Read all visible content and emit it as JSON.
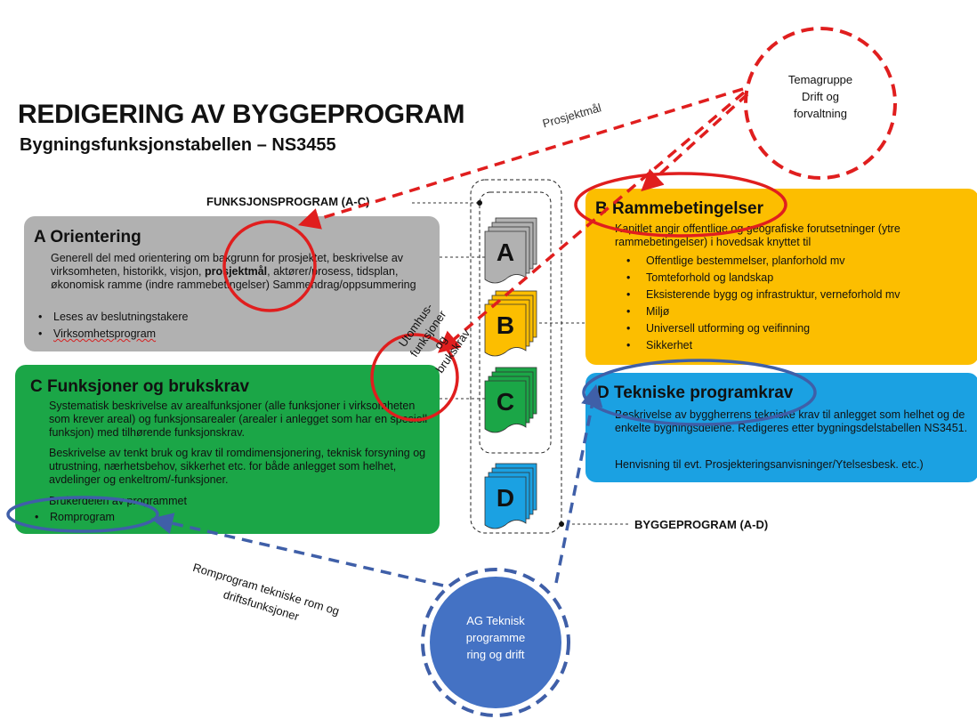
{
  "header": {
    "title": "REDIGERING AV BYGGEPROGRAM",
    "subtitle": "Bygningsfunksjonstabellen – NS3455"
  },
  "labels": {
    "funksjonsprogram": "FUNKSJONSPROGRAM (A-C)",
    "byggeprogram": "BYGGEPROGRAM (A-D)"
  },
  "doc_icons": [
    "A",
    "B",
    "C",
    "D"
  ],
  "box_a": {
    "letter": "A",
    "title": "Orientering",
    "body": "Generell del med orientering om bakgrunn for prosjektet, beskrivelse av virksomheten, historikk, visjon, ",
    "body_bold": "prosjektmål",
    "body_tail": ", aktører/prosess, tidsplan, økonomisk ramme (indre rammebetingelser) Sammendrag/oppsummering",
    "bullets": [
      "Leses av beslutningstakere",
      "Virksomhetsprogram"
    ]
  },
  "box_b": {
    "letter": "B",
    "title": "Rammebetingelser",
    "body": "Kapitlet angir offentlige og geografiske forutsetninger (ytre rammebetingelser) i hovedsak knyttet til",
    "bullets": [
      "Offentlige bestemmelser, planforhold mv",
      "Tomteforhold og landskap",
      "Eksisterende bygg og infrastruktur, verneforhold mv",
      "Miljø",
      "Universell utforming og veifinning",
      "Sikkerhet"
    ]
  },
  "box_c": {
    "letter": "C",
    "title": "Funksjoner og brukskrav",
    "body1": "Systematisk beskrivelse av arealfunksjoner (alle funksjoner i virksomheten som krever areal) og funksjonsarealer (arealer i anlegget som har en spesiell funksjon) med tilhørende funksjonskrav.",
    "body2": "Beskrivelse av tenkt bruk og krav til romdimensjonering, teknisk forsyning og utrustning, nærhetsbehov, sikkerhet etc. for både anlegget som helhet, avdelinger og enkeltrom/-funksjoner.",
    "body3": "Brukerdelen av programmet",
    "bullets": [
      "Romprogram"
    ]
  },
  "box_d": {
    "letter": "D",
    "title": "Tekniske programkrav",
    "body1": "Beskrivelse av byggherrens tekniske krav til anlegget som helhet og de enkelte bygningsdelene. Redigeres etter bygningsdelstabellen NS3451.",
    "body2": "Henvisning til evt. Prosjekteringsanvisninger/Ytelsesbesk. etc.)"
  },
  "annotations": {
    "temagruppe": [
      "Temagruppe",
      "Drift og",
      "forvaltning"
    ],
    "prosjektmaal": "Prosjektmål",
    "utomhus": [
      "Utomhus-",
      "funksjoner",
      "og",
      "brukskrav"
    ],
    "romprogram_line1": "Romprogram tekniske rom og",
    "romprogram_line2": "driftsfunksjoner",
    "ag": [
      "AG Teknisk",
      "programme",
      "ring og drift"
    ]
  },
  "colors": {
    "gray": "#b1b1b1",
    "yellow": "#fcbe00",
    "green": "#1ba647",
    "blue": "#1ba1e2",
    "red_annotation": "#e01e1e",
    "blue_annotation": "#3f5fa8",
    "ag_fill": "#4472c4"
  }
}
